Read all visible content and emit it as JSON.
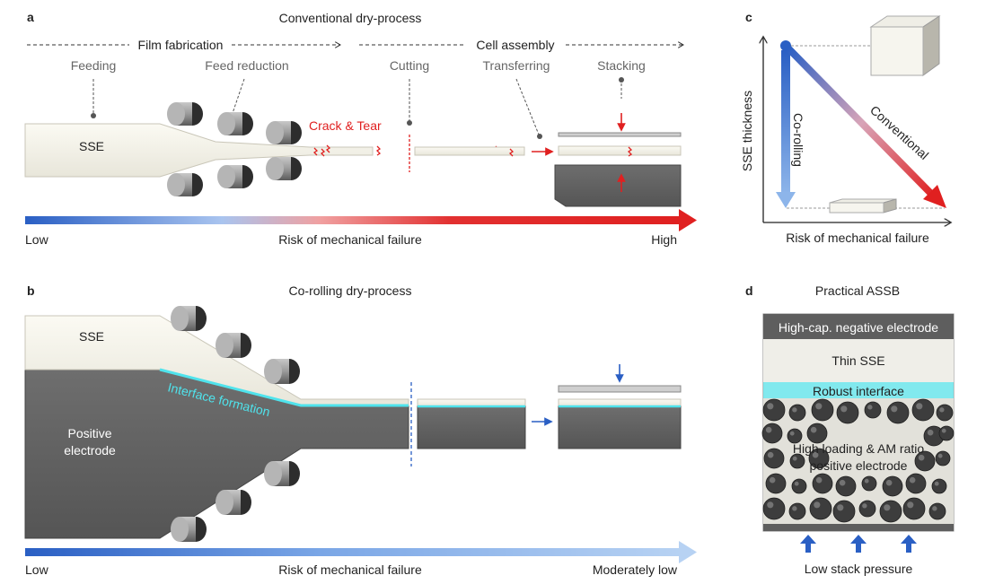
{
  "panel_a": {
    "letter": "a",
    "title": "Conventional dry-process",
    "phase_film": "Film fabrication",
    "phase_cell": "Cell assembly",
    "step_feeding": "Feeding",
    "step_feed_reduction": "Feed reduction",
    "step_cutting": "Cutting",
    "step_transferring": "Transferring",
    "step_stacking": "Stacking",
    "sse_label": "SSE",
    "crack_label": "Crack & Tear",
    "risk_low": "Low",
    "risk_axis": "Risk of mechanical failure",
    "risk_high": "High"
  },
  "panel_b": {
    "letter": "b",
    "title": "Co-rolling dry-process",
    "sse_label": "SSE",
    "interface_label": "Interface formation",
    "electrode_label_1": "Positive",
    "electrode_label_2": "electrode",
    "risk_low": "Low",
    "risk_axis": "Risk of mechanical failure",
    "risk_end": "Moderately low"
  },
  "panel_c": {
    "letter": "c",
    "y_label": "SSE thickness",
    "x_label": "Risk of mechanical failure",
    "co_rolling_label": "Co-rolling",
    "conventional_label": "Conventional"
  },
  "panel_d": {
    "letter": "d",
    "title": "Practical ASSB",
    "negative_electrode": "High-cap. negative electrode",
    "thin_sse": "Thin SSE",
    "robust_interface": "Robust interface",
    "positive_1": "High loading & AM ratio",
    "positive_2": "positive electrode",
    "pressure": "Low stack pressure"
  },
  "colors": {
    "low_blue": "#2a5fc4",
    "high_red": "#e02020",
    "light_blue": "#9cc3ef",
    "cyan_interface": "#4fe3ec",
    "sse_cream": "#f4f3ea",
    "electrode_gray": "#5e5e5e"
  }
}
